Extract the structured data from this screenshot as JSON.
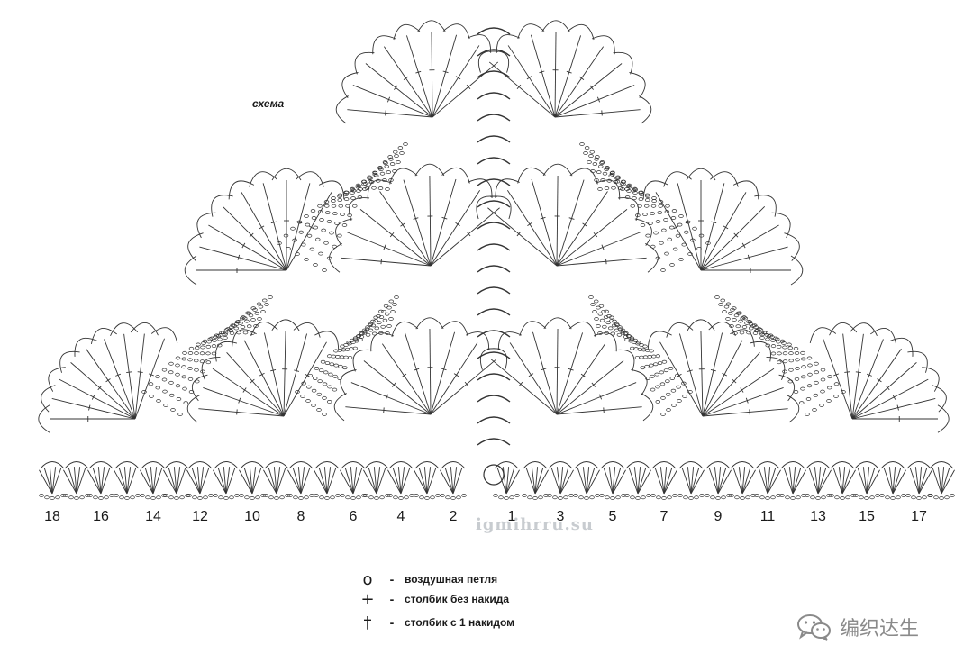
{
  "diagram": {
    "schema_label": "схема",
    "row_numbers": [
      "18",
      "16",
      "14",
      "12",
      "10",
      "8",
      "6",
      "4",
      "2",
      "1",
      "3",
      "5",
      "7",
      "9",
      "11",
      "13",
      "15",
      "17"
    ],
    "watermark": "igmihrru.su"
  },
  "legend": [
    {
      "symbol": "o",
      "dash": "-",
      "text": "воздушная петля"
    },
    {
      "symbol": "+",
      "dash": "-",
      "text": "столбик без накида"
    },
    {
      "symbol": "†",
      "dash": "-",
      "text": "столбик с 1 накидом"
    }
  ],
  "brand": {
    "icon": "wechat-icon",
    "text": "编织达生"
  }
}
